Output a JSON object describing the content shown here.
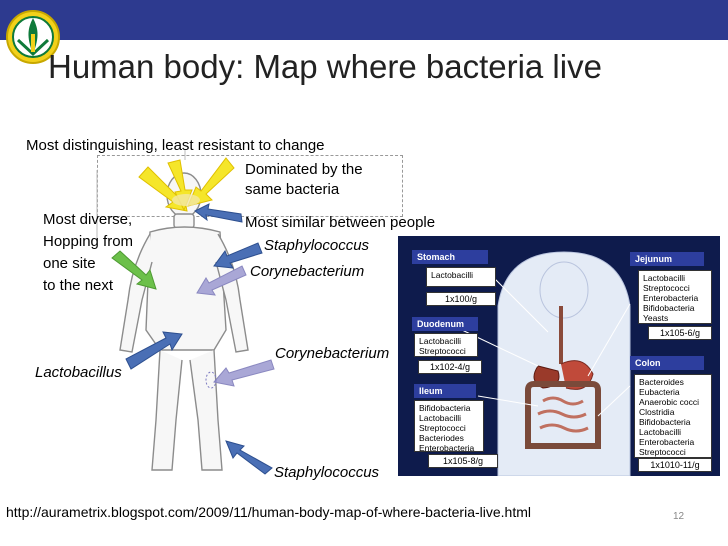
{
  "slide": {
    "title": "Human body: Map where bacteria live",
    "page_number": "12",
    "source_url": "http://aurametrix.blogspot.com/2009/11/human-body-map-of-where-bacteria-live.html"
  },
  "labels": {
    "top_note": "Most distinguishing, least resistant to change",
    "dominated": [
      "Dominated by the",
      "same bacteria"
    ],
    "similar": "Most similar between people",
    "diverse": [
      "Most diverse,",
      "Hopping from",
      "one site",
      "to the next"
    ],
    "staph_upper": "Staphylococcus",
    "coryne_upper": "Corynebacterium",
    "lacto": "Lactobacillus",
    "coryne_lower": "Corynebacterium",
    "staph_lower": "Staphylococcus"
  },
  "gut": {
    "stomach": {
      "name": "Stomach",
      "bacteria": [
        "Lactobacilli"
      ],
      "concentration": "1x100/g"
    },
    "duodenum": {
      "name": "Duodenum",
      "bacteria": [
        "Lactobacilli",
        "Streptococci"
      ],
      "concentration": "1x102-4/g"
    },
    "ileum": {
      "name": "Ileum",
      "bacteria": [
        "Bifidobacteria",
        "Lactobacilli",
        "Streptococci",
        "Bacteriodes",
        "Enterobacteria"
      ],
      "concentration": "1x105-8/g"
    },
    "jejunum": {
      "name": "Jejunum",
      "bacteria": [
        "Lactobacilli",
        "Streptococci",
        "Enterobacteria",
        "Bifidobacteria",
        "Yeasts"
      ],
      "concentration": "1x105-6/g"
    },
    "colon": {
      "name": "Colon",
      "bacteria": [
        "Bacteroides",
        "Eubacteria",
        "Anaerobic cocci",
        "Clostridia",
        "Bifidobacteria",
        "Lactobacilli",
        "Enterobacteria",
        "Streptococci"
      ],
      "concentration": "1x1010-11/g"
    }
  },
  "colors": {
    "header": "#2d3a8f",
    "yellow_arrow": "#f5e62a",
    "blue_arrow": "#4a6fb5",
    "green_arrow": "#6cc04a",
    "lavender_arrow": "#a9a7d6",
    "panel_bg": "#0e1b4c",
    "tag_bg": "#2d3e9e"
  }
}
